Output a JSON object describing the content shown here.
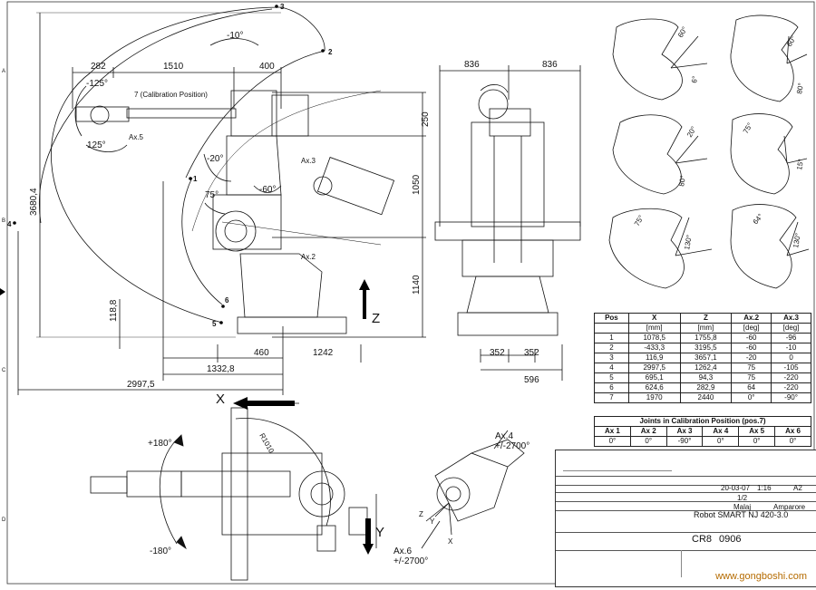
{
  "top_view": {
    "dims": {
      "d282": "282",
      "d1510": "1510",
      "d400": "400",
      "d250": "250",
      "d1050": "1050",
      "d1140": "1140",
      "d3680": "3680,4",
      "d118": "118,8",
      "d460": "460",
      "d1242": "1242",
      "d1332": "1332,8",
      "d2997": "2997,5"
    },
    "angles": {
      "a10": "-10°",
      "a125a": "-125°",
      "a125b": "125°",
      "a20": "-20°",
      "a75": "75°",
      "a60": "-60°"
    },
    "labels": {
      "calib": "7 (Calibration Position)",
      "ax5": "Ax.5",
      "ax3": "Ax.3",
      "ax2": "Ax.2",
      "z": "Z"
    },
    "points": [
      "1",
      "2",
      "3",
      "4",
      "5",
      "6"
    ]
  },
  "front_view": {
    "d836a": "836",
    "d836b": "836",
    "d352a": "352",
    "d352b": "352",
    "d596": "596"
  },
  "plan_view": {
    "x": "X",
    "y": "Y",
    "r1010": "R1010",
    "p180": "+180°",
    "m180": "-180°"
  },
  "axis_detail": {
    "ax4": "Ax.4",
    "ax4r": "+/-2700°",
    "ax6": "Ax.6",
    "ax6r": "+/-2700°",
    "z": "Z",
    "y": "Y",
    "x": "X"
  },
  "wrist_angles": [
    "60°",
    "6°",
    "60°",
    "80°",
    "20°",
    "80°",
    "75°",
    "15°",
    "75°",
    "130°",
    "64°",
    "130°"
  ],
  "pos_table": {
    "headers": [
      "Pos",
      "X",
      "Z",
      "Ax.2",
      "Ax.3"
    ],
    "units": [
      "",
      "[mm]",
      "[mm]",
      "[deg]",
      "[deg]"
    ],
    "rows": [
      [
        "1",
        "1078,5",
        "1755,8",
        "-60",
        "-96"
      ],
      [
        "2",
        "-433,3",
        "3195,5",
        "-60",
        "-10"
      ],
      [
        "3",
        "116,9",
        "3657,1",
        "-20",
        "0"
      ],
      [
        "4",
        "2997,5",
        "1262,4",
        "75",
        "-105"
      ],
      [
        "5",
        "695,1",
        "94,3",
        "75",
        "-220"
      ],
      [
        "6",
        "624,6",
        "282,9",
        "64",
        "-220"
      ],
      [
        "7",
        "1970",
        "2440",
        "0°",
        "-90°"
      ]
    ]
  },
  "calib_table": {
    "title": "Joints in Calibration Position (pos.7)",
    "headers": [
      "Ax 1",
      "Ax 2",
      "Ax 3",
      "Ax 4",
      "Ax 5",
      "Ax 6"
    ],
    "values": [
      "0°",
      "0°",
      "-90°",
      "0°",
      "0°",
      "0°"
    ]
  },
  "title_block": {
    "date": "20-03-07",
    "scale": "1:16",
    "size": "A2",
    "sheet": "1/2",
    "drawn": "Malaj",
    "checked": "Amparore",
    "desc": "Robot SMART NJ 420-3.0",
    "code": "CR8",
    "code2": "0906",
    "watermark": "www.gongboshi.com"
  }
}
